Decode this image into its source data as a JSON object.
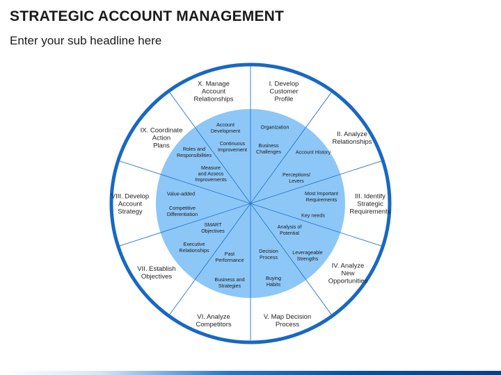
{
  "header": {
    "title": "STRATEGIC ACCOUNT MANAGEMENT",
    "subtitle": "Enter your sub headline here"
  },
  "colors": {
    "ring": "#1768c4",
    "inner_fill": "#8cc7f7",
    "spoke": "#2a74c9",
    "outer_text": "#222222",
    "inner_text": "#1a1a1a"
  },
  "segments": [
    {
      "label": [
        "I. Develop",
        "Customer",
        "Profile"
      ]
    },
    {
      "label": [
        "II. Analyze",
        "Relationships"
      ]
    },
    {
      "label": [
        "III. Identify",
        "Strategic",
        "Requirements"
      ]
    },
    {
      "label": [
        "IV. Analyze",
        "New",
        "Opportunities"
      ]
    },
    {
      "label": [
        "V. Map Decision",
        "Process"
      ]
    },
    {
      "label": [
        "VI. Analyze",
        "Competitors"
      ]
    },
    {
      "label": [
        "VII. Establish",
        "Objectives"
      ]
    },
    {
      "label": [
        "VIII. Develop",
        "Account",
        "Strategy"
      ]
    },
    {
      "label": [
        "IX. Coordinate",
        "Action",
        "Plans"
      ]
    },
    {
      "label": [
        "X. Manage",
        "Account",
        "Relationships"
      ]
    }
  ],
  "inner_items": [
    {
      "text": [
        "Organization"
      ]
    },
    {
      "text": [
        "Business",
        "Challenges"
      ]
    },
    {
      "text": [
        "Account History"
      ]
    },
    {
      "text": [
        "Perceptions/",
        "Levers"
      ]
    },
    {
      "text": [
        "Most Important",
        "Requirements"
      ]
    },
    {
      "text": [
        "Key needs"
      ]
    },
    {
      "text": [
        "Analysis of",
        "Potential"
      ]
    },
    {
      "text": [
        "Leverageable",
        "Strengths"
      ]
    },
    {
      "text": [
        "Decision",
        "Process"
      ]
    },
    {
      "text": [
        "Buying",
        "Habits"
      ]
    },
    {
      "text": [
        "Past",
        "Performance"
      ]
    },
    {
      "text": [
        "Business and",
        "Strategies"
      ]
    },
    {
      "text": [
        "Executive",
        "Relationships"
      ]
    },
    {
      "text": [
        "SMART",
        "Objectives"
      ]
    },
    {
      "text": [
        "Value-added"
      ]
    },
    {
      "text": [
        "Competitive",
        "Differentiation"
      ]
    },
    {
      "text": [
        "Measure",
        "and Assess",
        "Improvements"
      ]
    },
    {
      "text": [
        "Roles and",
        "Responsibilities"
      ]
    },
    {
      "text": [
        "Account",
        "Development"
      ]
    },
    {
      "text": [
        "Continuous",
        "Improvement"
      ]
    }
  ]
}
